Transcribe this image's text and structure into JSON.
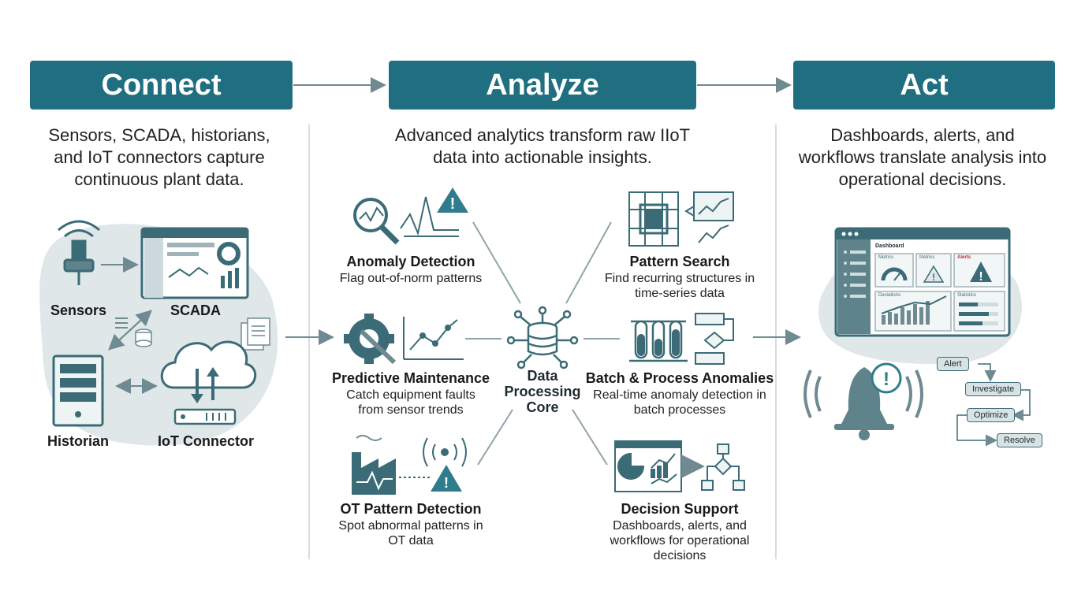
{
  "columns": {
    "connect": {
      "title": "Connect",
      "desc": "Sensors, SCADA, historians, and IoT connectors capture continuous plant data."
    },
    "analyze": {
      "title": "Analyze",
      "desc": "Advanced analytics transform raw IIoT data into actionable insights."
    },
    "act": {
      "title": "Act",
      "desc": "Dashboards, alerts, and workflows translate analysis into operational decisions."
    }
  },
  "connect_items": {
    "sensors": "Sensors",
    "scada": "SCADA",
    "historian": "Historian",
    "iot": "IoT Connector"
  },
  "analyze_items": {
    "anomaly": {
      "title": "Anomaly Detection",
      "sub": "Flag out-of-norm patterns"
    },
    "predictive": {
      "title": "Predictive Maintenance",
      "sub": "Catch equipment faults from sensor trends"
    },
    "ot": {
      "title": "OT Pattern Detection",
      "sub": "Spot abnormal patterns in OT data"
    },
    "pattern": {
      "title": "Pattern Search",
      "sub": "Find recurring structures in time-series data"
    },
    "batch": {
      "title": "Batch & Process Anomalies",
      "sub": "Real-time anomaly detection in batch processes"
    },
    "decision": {
      "title": "Decision Support",
      "sub": "Dashboards, alerts, and workflows for operational decisions"
    },
    "core": "Data Processing Core"
  },
  "act_items": {
    "dashboard_title": "Dashboard",
    "card1": "Metrics",
    "card2": "Metrics",
    "card3": "Alerts",
    "card4": "Deviations",
    "card5": "Statistics",
    "flow": [
      "Alert",
      "Investigate",
      "Optimize",
      "Resolve"
    ]
  },
  "colors": {
    "header": "#1f6f80",
    "icon": "#3b6b77",
    "accent": "#2f7c8c",
    "blob": "#dfe7e9"
  }
}
